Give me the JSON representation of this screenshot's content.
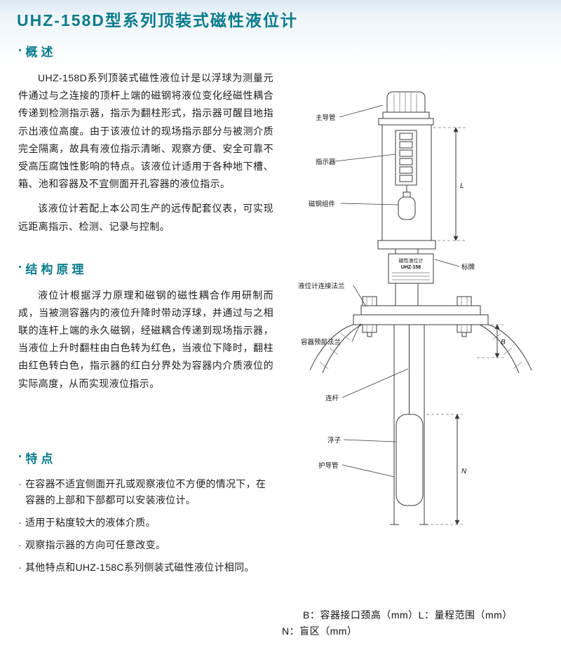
{
  "ui": {
    "heading_bullet": "·",
    "item_bullet": "·"
  },
  "page": {
    "title": "UHZ-158D型系列顶装式磁性液位计"
  },
  "sections": {
    "overview": {
      "heading": "概述",
      "para1": "UHZ-158D系列顶装式磁性液位计是以浮球为测量元件通过与之连接的顶杆上端的磁钢将液位变化经磁性耦合传递到检测指示器，指示为翻柱形式，指示器可醒目地指示出液位高度。由于该液位计的现场指示部分与被测介质完全隔离，故具有液位指示清晰、观察方便、安全可靠不受高压腐蚀性影响的特点。该液位计适用于各种地下槽、箱、池和容器及不宜侧面开孔容器的液位指示。",
      "para2": "该液位计若配上本公司生产的远传配套仪表，可实现远距离指示、检测、记录与控制。"
    },
    "principle": {
      "heading": "结构原理",
      "para": "液位计根据浮力原理和磁钢的磁性耦合作用研制而成，当被测容器内的液位升降时带动浮球，并通过与之相联的连杆上端的永久磁钢，经磁耦合传递到现场指示器，当液位上升时翻柱由白色转为红色，当液位下降时，翻柱由红色转白色，指示器的红白分界处为容器内介质液位的实际高度，从而实现液位指示。"
    },
    "features": {
      "heading": "特点",
      "items": [
        "在容器不适宜侧面开孔或观察液位不方便的情况下，在容器的上部和下部都可以安装液位计。",
        "适用于粘度较大的液体介质。",
        "观察指示器的方向可任意改变。",
        "其他特点和UHZ-158C系列侧装式磁性液位计相同。"
      ]
    }
  },
  "diagram": {
    "labels": {
      "main_guide_tube": "主导管",
      "indicator": "指示器",
      "magnet_assembly": "磁钢组件",
      "nameplate": "标牌",
      "gauge_flange": "液位计连接法兰",
      "vessel_flange": "容器预部法兰",
      "connecting_rod": "连杆",
      "float": "浮子",
      "guide_tube": "护导管",
      "dim_l": "L",
      "dim_b": "B",
      "dim_n": "N"
    },
    "nameplate": {
      "line1": "磁性液位计",
      "line2": "UHZ-158"
    }
  },
  "notes": {
    "line1": "B：容器接口颈高（mm）L：量程范围（mm）",
    "line2": "N：盲区（mm）"
  }
}
